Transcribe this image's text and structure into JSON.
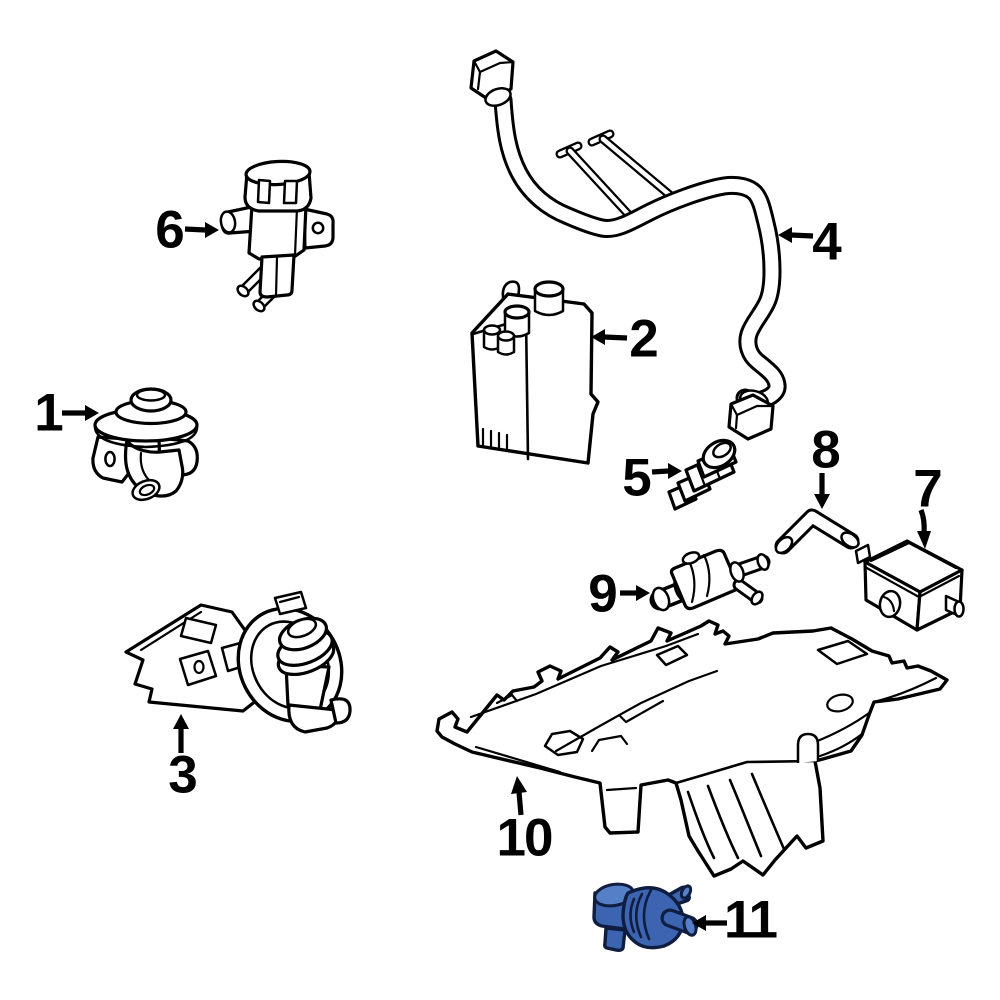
{
  "diagram": {
    "background": "#ffffff",
    "line_color": "#000000",
    "highlight": {
      "highlighted_callout": "11",
      "fill": "#3c64b1",
      "light": "#5580c8",
      "outline": "#0f1d40"
    },
    "callouts": [
      {
        "number": "1"
      },
      {
        "number": "2"
      },
      {
        "number": "3"
      },
      {
        "number": "4"
      },
      {
        "number": "5"
      },
      {
        "number": "6"
      },
      {
        "number": "7"
      },
      {
        "number": "8"
      },
      {
        "number": "9"
      },
      {
        "number": "10"
      },
      {
        "number": "11"
      }
    ]
  }
}
